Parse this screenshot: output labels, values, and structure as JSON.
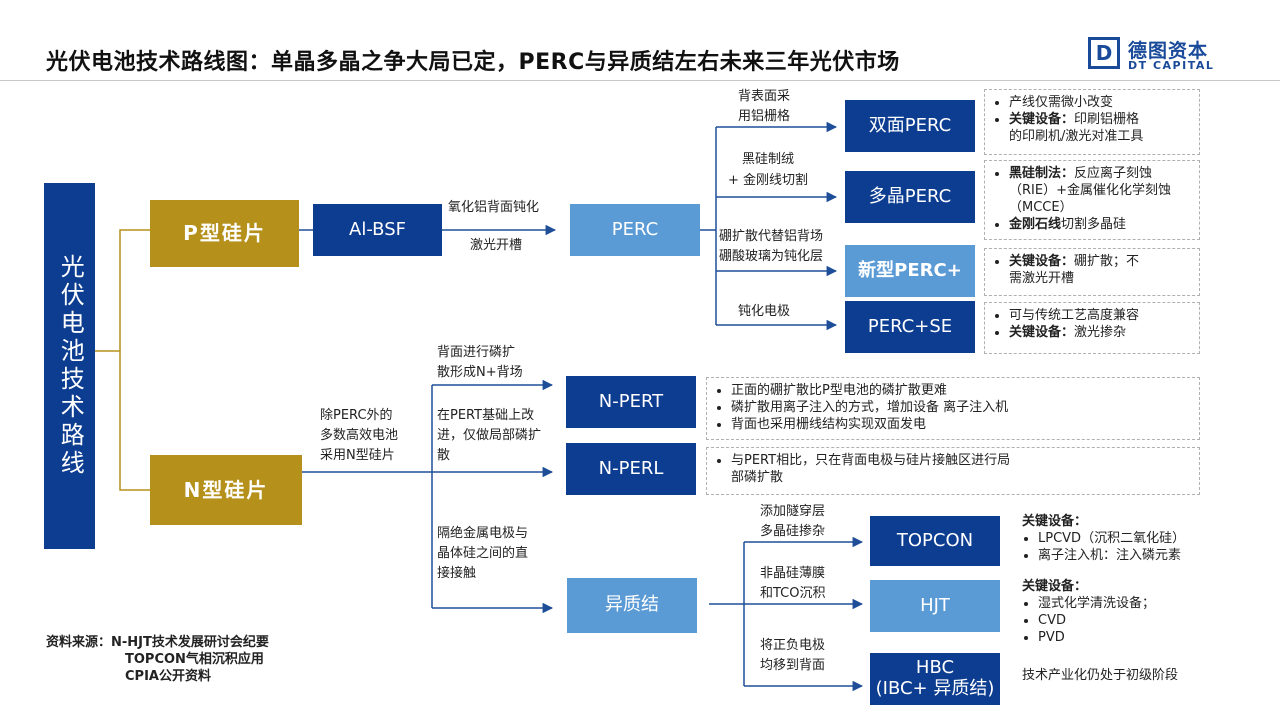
{
  "title": "光伏电池技术路线图：单晶多晶之争大局已定，PERC与异质结左右未来三年光伏市场",
  "logo": {
    "mark": "D",
    "cn": "德图资本",
    "en": "DT CAPITAL"
  },
  "nodes": {
    "main": "光伏电池技术路线",
    "p_type": "P型硅片",
    "n_type": "N型硅片",
    "al_bsf": "Al-BSF",
    "perc": "PERC",
    "bifacial_perc": "双面PERC",
    "multi_perc": "多晶PERC",
    "new_perc": "新型PERC+",
    "perc_se": "PERC+SE",
    "n_pert": "N-PERT",
    "n_perl": "N-PERL",
    "hetero": "异质结",
    "topcon": "TOPCON",
    "hjt": "HJT",
    "hbc_1": "HBC",
    "hbc_2": "(IBC+ 异质结)"
  },
  "labels": {
    "alumina_1": "氧化铝背面钝化",
    "alumina_2": "激光开槽",
    "back_al_1": "背表面采",
    "back_al_2": "用铝栅格",
    "black_si_1": "黑硅制绒",
    "black_si_2": "+ 金刚线切割",
    "boron_1": "硼扩散代替铝背场",
    "boron_2": "硼酸玻璃为钝化层",
    "passiv": "钝化电极",
    "n_reason_1": "除PERC外的",
    "n_reason_2": "多数高效电池",
    "n_reason_3": "采用N型硅片",
    "pert_1": "背面进行磷扩",
    "pert_2": "散形成N+背场",
    "perl_1": "在PERT基础上改",
    "perl_2": "进，仅做局部磷扩",
    "perl_3": "散",
    "hj_1": "隔绝金属电极与",
    "hj_2": "晶体硅之间的直",
    "hj_3": "接接触",
    "topcon_1": "添加隧穿层",
    "topcon_2": "多晶硅掺杂",
    "hjt_1": "非晶硅薄膜",
    "hjt_2": "和TCO沉积",
    "hbc_1": "将正负电极",
    "hbc_2": "均移到背面"
  },
  "notes": {
    "bifacial_1": "产线仅需微小改变",
    "bifacial_2_b": "关键设备：",
    "bifacial_2": "印刷铝栅格",
    "bifacial_3": "的印刷机/激光对准工具",
    "multi_1_b": "黑硅制法：",
    "multi_1": "反应离子刻蚀",
    "multi_2": "（RIE）+金属催化化学刻蚀",
    "multi_3": "（MCCE）",
    "multi_4_b": "金刚石线",
    "multi_4": "切割多晶硅",
    "new_1_b": "关键设备：",
    "new_1": "硼扩散；不",
    "new_2": "需激光开槽",
    "se_1": "可与传统工艺高度兼容",
    "se_2_b": "关键设备：",
    "se_2": "激光掺杂",
    "pert_1": "正面的硼扩散比P型电池的磷扩散更难",
    "pert_2": "磷扩散用离子注入的方式，增加设备 离子注入机",
    "pert_3": "背面也采用栅线结构实现双面发电",
    "perl_1": "与PERT相比，只在背面电极与硅片接触区进行局",
    "perl_2": "部磷扩散",
    "topcon_head": "关键设备：",
    "topcon_1": "LPCVD（沉积二氧化硅）",
    "topcon_2": "离子注入机：注入磷元素",
    "hjt_head": "关键设备：",
    "hjt_1": "湿式化学清洗设备；",
    "hjt_2": "CVD",
    "hjt_3": "PVD",
    "hbc": "技术产业化仍处于初级阶段"
  },
  "source": {
    "label": "资料来源：",
    "line1": "N-HJT技术发展研讨会纪要",
    "line2": "TOPCON气相沉积应用",
    "line3": "CPIA公开资料"
  },
  "colors": {
    "navy": "#0d3d91",
    "gold": "#b5911c",
    "light_blue": "#5b9bd5",
    "arrow": "#1f4e99"
  }
}
